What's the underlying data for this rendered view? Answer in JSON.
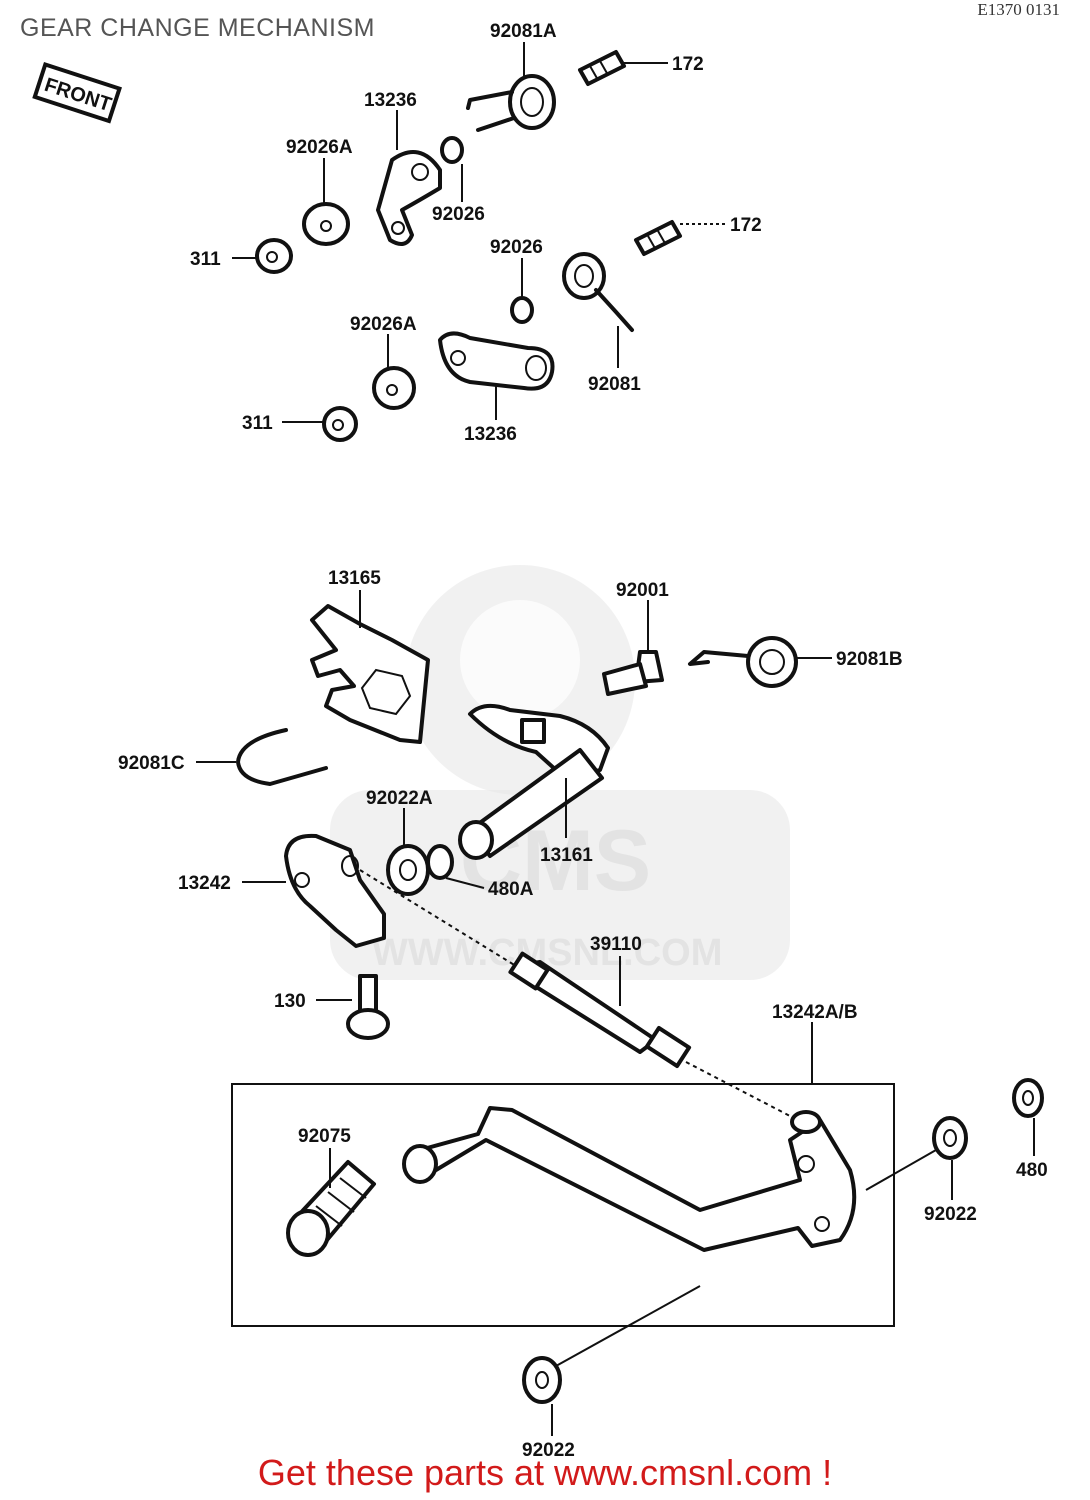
{
  "page": {
    "title": "GEAR CHANGE MECHANISM",
    "diagram_code": "E1370 0131",
    "footer": "Get these parts at www.cmsnl.com !"
  },
  "front_tag": "FRONT",
  "watermark": {
    "brand": "CMS",
    "url": "WWW.CMSNL.COM"
  },
  "callouts": {
    "c92081A": "92081A",
    "c172_top": "172",
    "c13236_top": "13236",
    "c92026A_top": "92026A",
    "c92026_top": "92026",
    "c311_top": "311",
    "c172_mid": "172",
    "c92026_mid": "92026",
    "c92081": "92081",
    "c92026A_mid": "92026A",
    "c311_mid": "311",
    "c13236_mid": "13236",
    "c13165": "13165",
    "c92001": "92001",
    "c92081B": "92081B",
    "c92081C": "92081C",
    "c92022A": "92022A",
    "c13161": "13161",
    "c13242": "13242",
    "c480A": "480A",
    "c39110": "39110",
    "c130": "130",
    "c13242AB": "13242A/B",
    "c92075": "92075",
    "c480": "480",
    "c92022_right": "92022",
    "c92022_bottom": "92022"
  }
}
